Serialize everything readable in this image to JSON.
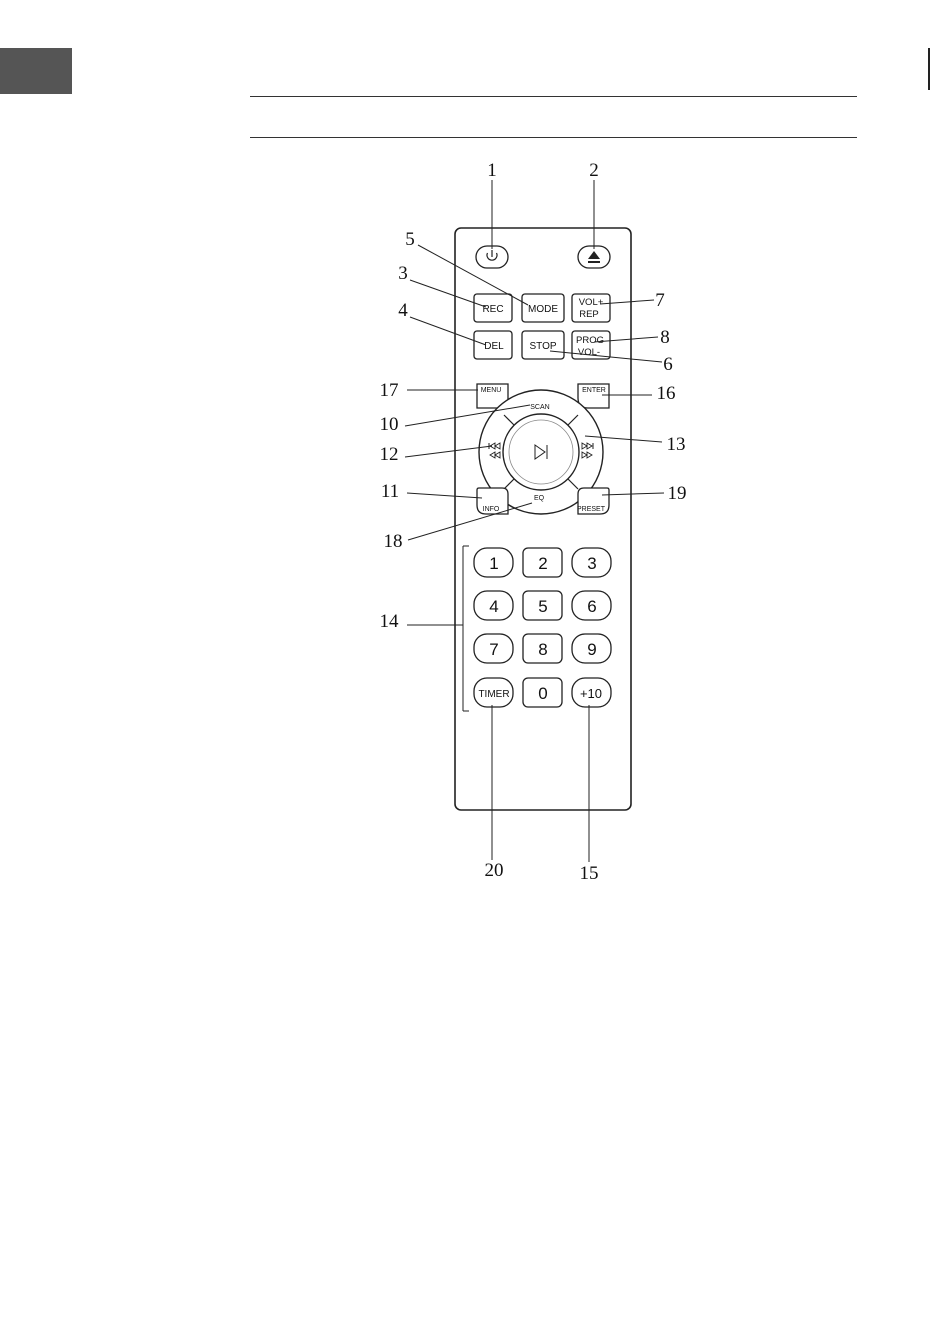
{
  "remote": {
    "power_icon": "power-icon",
    "eject_icon": "eject-icon",
    "buttons": {
      "rec": "REC",
      "mode": "MODE",
      "vol_plus": "VOL+",
      "rep": "REP",
      "del": "DEL",
      "stop": "STOP",
      "prog": "PROG",
      "vol_minus": "VOL-",
      "menu": "MENU",
      "enter": "ENTER",
      "scan": "SCAN",
      "eq": "EQ",
      "info": "INFO",
      "preset": "PRESET",
      "timer": "TIMER",
      "plus10": "+10",
      "prev_icon": "skip-back-icon",
      "next_icon": "skip-forward-icon",
      "play_icon": "play-pause-icon"
    },
    "keypad": [
      "1",
      "2",
      "3",
      "4",
      "5",
      "6",
      "7",
      "8",
      "9",
      "0"
    ]
  },
  "callouts": {
    "c1": "1",
    "c2": "2",
    "c3": "3",
    "c4": "4",
    "c5": "5",
    "c6": "6",
    "c7": "7",
    "c8": "8",
    "c9": "10",
    "c10": "11",
    "c11": "12",
    "c12": "13",
    "c13": "14",
    "c14": "15",
    "c15": "16",
    "c16": "17",
    "c17": "18",
    "c18": "19",
    "c19": "20"
  },
  "colors": {
    "ink": "#222222",
    "tab": "#555555"
  }
}
